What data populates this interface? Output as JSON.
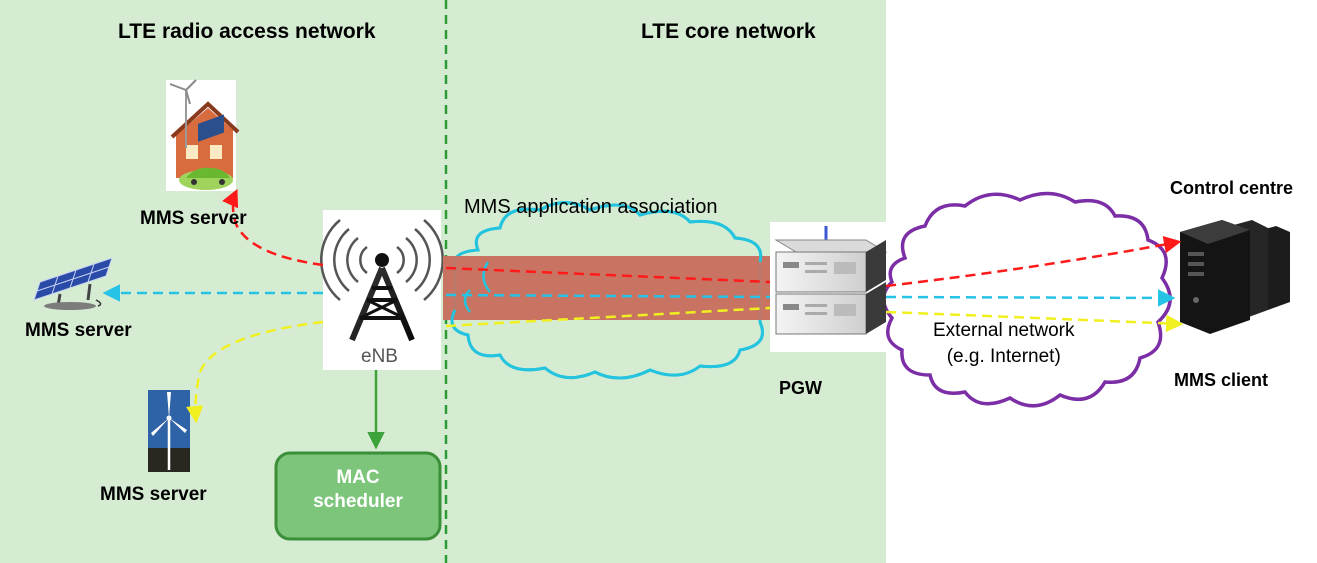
{
  "regions": {
    "ran_title": "LTE radio access network",
    "core_title": "LTE core network"
  },
  "devices": {
    "server_top": "MMS server",
    "server_mid": "MMS server",
    "server_bottom": "MMS server",
    "enb": "eNB",
    "mac_line1": "MAC",
    "mac_line2": "scheduler",
    "pgw": "PGW",
    "control_centre": "Control centre",
    "mms_client": "MMS client"
  },
  "labels": {
    "association": "MMS application association",
    "external_line1": "External network",
    "external_line2": "(e.g. Internet)"
  },
  "colors": {
    "region_bg": "#d5ecd3",
    "divider": "#2e9a36",
    "red_flow": "#ff1a1a",
    "cyan_flow": "#27c3e6",
    "yellow_flow": "#f0f020",
    "tunnel": "#c97262",
    "core_cloud": "#24c4df",
    "external_cloud": "#7c2ea6",
    "mac_fill": "#7cc57a",
    "mac_border": "#3a8f38"
  }
}
